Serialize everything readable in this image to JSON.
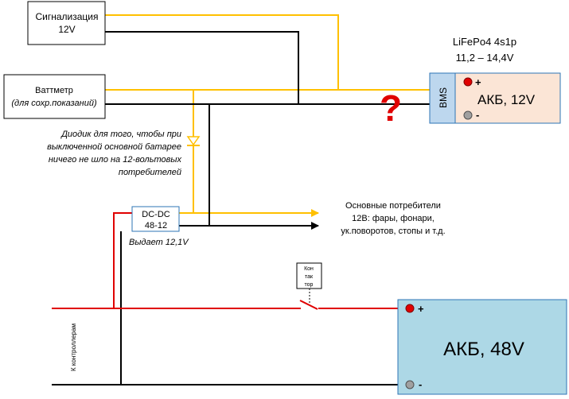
{
  "colors": {
    "yellow": "#FFC000",
    "black": "#000000",
    "red": "#E00000",
    "akb12_fill": "#FBE5D6",
    "bms_fill": "#BDD7EE",
    "akb48_fill": "#ADD8E6",
    "question": "#E00000"
  },
  "alarm": {
    "line1": "Сигнализация",
    "line2": "12V"
  },
  "wattmeter": {
    "line1": "Ваттметр",
    "line2": "(для сохр.показаний)"
  },
  "battery12": {
    "spec_line1": "LiFePo4 4s1p",
    "spec_line2": "11,2 – 14,4V",
    "bms_label": "BMS",
    "label": "АКБ, 12V",
    "plus": "+",
    "minus": "-"
  },
  "question_mark": "?",
  "diode_note": {
    "line1": "Диодик для того, чтобы при",
    "line2": "выключенной основной батарее",
    "line3": "ничего не шло на 12-вольтовых",
    "line4": "потребителей"
  },
  "dcdc": {
    "line1": "DC-DC",
    "line2": "48-12",
    "output_note": "Выдает 12,1V"
  },
  "consumers": {
    "line1": "Основные потребители",
    "line2": "12В: фары, фонари,",
    "line3": "ук.поворотов, стопы и т.д."
  },
  "contactor": {
    "line1": "Кон",
    "line2": "так",
    "line3": "тор"
  },
  "battery48": {
    "label": "АКБ, 48V",
    "plus": "+",
    "minus": "-"
  },
  "controllers_label": "К контроллерам"
}
